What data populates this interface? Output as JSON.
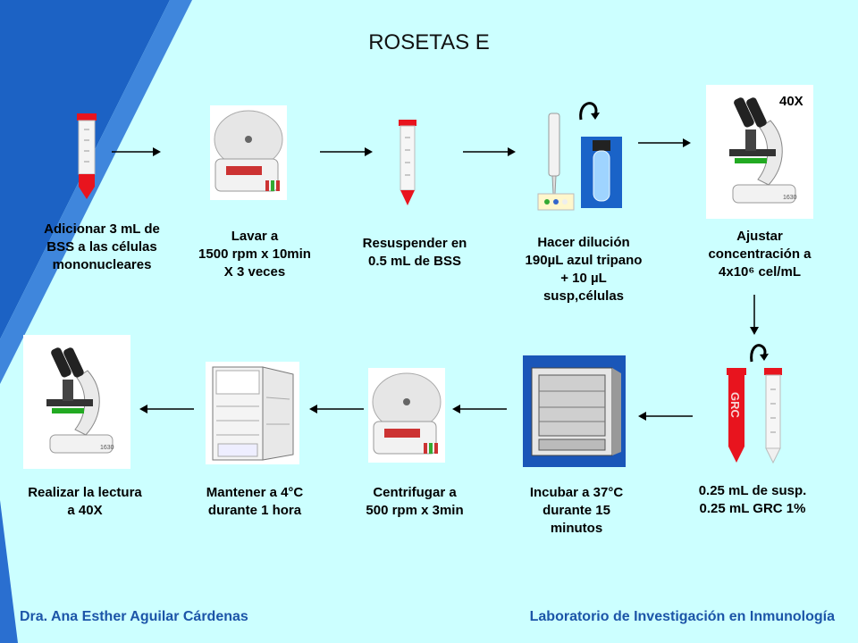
{
  "title": "ROSETAS E",
  "magnification": "40X",
  "steps_top": [
    {
      "lines": [
        "Adicionar 3 mL de",
        "BSS a las células",
        "mononucleares"
      ],
      "image": "test-tube"
    },
    {
      "lines": [
        "Lavar a",
        "1500 rpm x 10min",
        "X 3 veces"
      ],
      "image": "centrifuge"
    },
    {
      "lines": [
        "Resuspender en",
        "0.5 mL de BSS"
      ],
      "image": "test-tube"
    },
    {
      "lines": [
        "Hacer dilución",
        "190µL azul tripano",
        "+ 10 µL",
        "susp,células"
      ],
      "image": "pipette-and-vial"
    },
    {
      "lines": [
        "Ajustar",
        "concentración a",
        "4x10⁶ cel/mL"
      ],
      "image": "microscope"
    }
  ],
  "steps_bottom": [
    {
      "lines": [
        "Realizar la lectura",
        "a 40X"
      ],
      "image": "microscope"
    },
    {
      "lines": [
        "Mantener a 4°C",
        "durante 1 hora"
      ],
      "image": "refrigerator"
    },
    {
      "lines": [
        "Centrifugar a",
        "500 rpm x 3min"
      ],
      "image": "centrifuge"
    },
    {
      "lines": [
        "Incubar a 37°C",
        "durante 15",
        "minutos"
      ],
      "image": "incubator"
    },
    {
      "lines": [
        "0.25 mL de susp.",
        "0.25 mL GRC 1%"
      ],
      "image": "tubes-grc"
    }
  ],
  "tube_label": "GRC",
  "footer": {
    "author": "Dra. Ana Esther Aguilar Cárdenas",
    "lab": "Laboratorio de Investigación en Inmunología"
  },
  "colors": {
    "background": "#ccffff",
    "accent": "#1c55a8",
    "tube_red": "#e8141e"
  }
}
